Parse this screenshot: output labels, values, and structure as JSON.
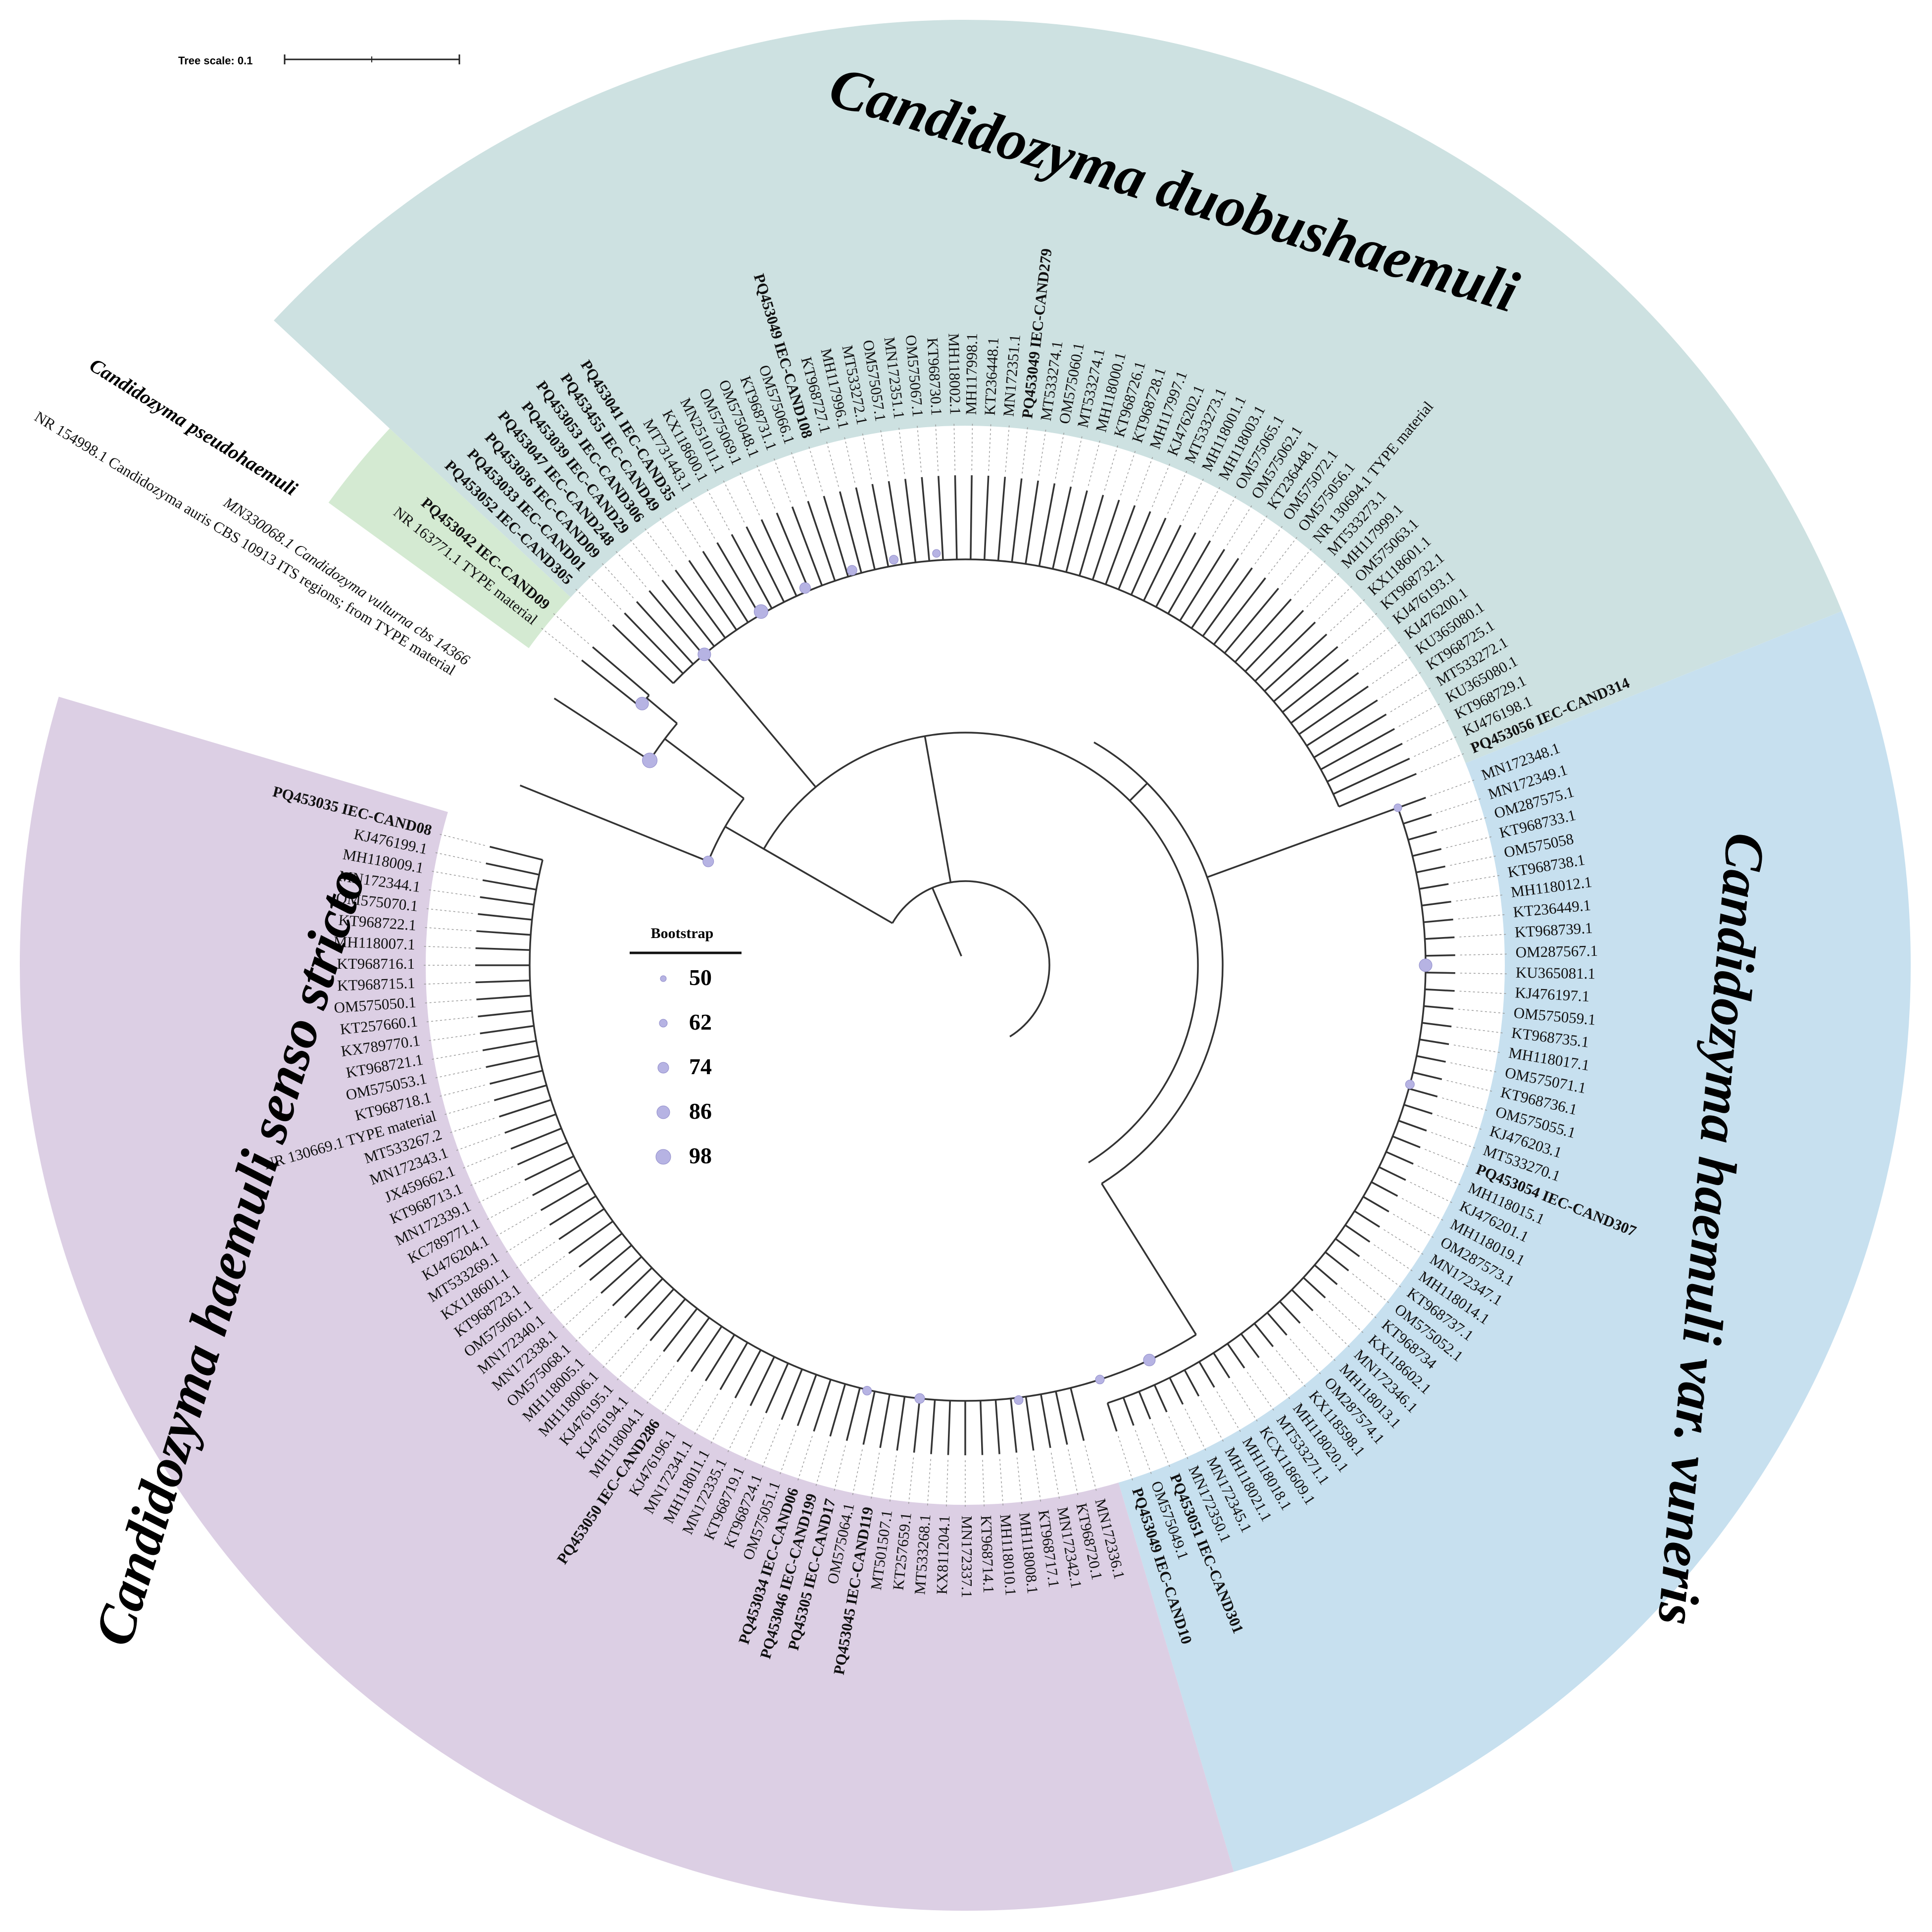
{
  "tree_scale": {
    "label": "Tree scale: 0.1"
  },
  "legend": {
    "title": "Bootstrap",
    "items": [
      {
        "label": "50"
      },
      {
        "label": "62"
      },
      {
        "label": "74"
      },
      {
        "label": "86"
      },
      {
        "label": "98"
      }
    ]
  },
  "colors": {
    "duobushaemuli": "#cde1e1",
    "vulneris": "#c7e0ef",
    "haemuli": "#dccfe4",
    "pseudohaemuli": "#d4ead2",
    "branch": "#333333",
    "guide": "#9a9a9a",
    "bootstrap": "#b6b3e3"
  },
  "clades": [
    {
      "key": "duobushaemuli",
      "label": "Candidozyma duobushaemuli"
    },
    {
      "key": "vulneris",
      "label": "Candidozyma haemuli var. vuneris"
    },
    {
      "key": "haemuli",
      "label": "Candidozyma haemuli senso stricto"
    },
    {
      "key": "pseudohaemuli",
      "label": "Candidozyma pseudohaemuli"
    }
  ],
  "outgroup_labels": [
    {
      "text": "MN330068.1 Candidozyma vulturna cbs 14366"
    },
    {
      "text": "NR 154998.1 Candidozyma auris CBS 10913 ITS regions; from TYPE material"
    }
  ],
  "leaves": {
    "pseudohaemuli": [
      {
        "text": "NR 163771.1 TYPE material",
        "bold": false
      },
      {
        "text": "PQ453042 IEC-CAND09",
        "bold": true
      }
    ],
    "duobushaemuli": [
      {
        "text": "PQ453052 IEC-CAND305",
        "bold": true
      },
      {
        "text": "PQ453033 IEC-CAND01",
        "bold": true
      },
      {
        "text": "PQ453036 IEC-CAND09",
        "bold": true
      },
      {
        "text": "PQ453047 IEC-CAND248",
        "bold": true
      },
      {
        "text": "PQ453039 IEC-CAND29",
        "bold": true
      },
      {
        "text": "PQ453053 IEC-CAND306",
        "bold": true
      },
      {
        "text": "PQ453455 IEC-CAND49",
        "bold": true
      },
      {
        "text": "PQ453041 IEC-CAND35",
        "bold": true
      },
      {
        "text": "MT731443.1",
        "bold": false
      },
      {
        "text": "KX118600.1",
        "bold": false
      },
      {
        "text": "MN251011.1",
        "bold": false
      },
      {
        "text": "OM575069.1",
        "bold": false
      },
      {
        "text": "OM575048.1",
        "bold": false
      },
      {
        "text": "KT968731.1",
        "bold": false
      },
      {
        "text": "OM575066.1",
        "bold": false
      },
      {
        "text": "PQ453049 IEC-CAND108",
        "bold": true
      },
      {
        "text": "KT968727.1",
        "bold": false
      },
      {
        "text": "MH117996.1",
        "bold": false
      },
      {
        "text": "MT533272.1",
        "bold": false
      },
      {
        "text": "OM575057.1",
        "bold": false
      },
      {
        "text": "MN172351.1",
        "bold": false
      },
      {
        "text": "OM575067.1",
        "bold": false
      },
      {
        "text": "KT968730.1",
        "bold": false
      },
      {
        "text": "MH118002.1",
        "bold": false
      },
      {
        "text": "MH117998.1",
        "bold": false
      },
      {
        "text": "KT236448.1",
        "bold": false
      },
      {
        "text": "MN172351.1",
        "bold": false
      },
      {
        "text": "PQ453049 IEC-CAND279",
        "bold": true
      },
      {
        "text": "MT533274.1",
        "bold": false
      },
      {
        "text": "OM575060.1",
        "bold": false
      },
      {
        "text": "MT533274.1",
        "bold": false
      },
      {
        "text": "MH118000.1",
        "bold": false
      },
      {
        "text": "KT968726.1",
        "bold": false
      },
      {
        "text": "KT968728.1",
        "bold": false
      },
      {
        "text": "MH117997.1",
        "bold": false
      },
      {
        "text": "KJ476202.1",
        "bold": false
      },
      {
        "text": "MT533273.1",
        "bold": false
      },
      {
        "text": "MH118001.1",
        "bold": false
      },
      {
        "text": "MH118003.1",
        "bold": false
      },
      {
        "text": "OM575065.1",
        "bold": false
      },
      {
        "text": "OM575062.1",
        "bold": false
      },
      {
        "text": "KT236448.1",
        "bold": false
      },
      {
        "text": "OM575072.1",
        "bold": false
      },
      {
        "text": "OM575056.1",
        "bold": false
      },
      {
        "text": "NR 130694.1 TYPE material",
        "bold": false
      },
      {
        "text": "MT533273.1",
        "bold": false
      },
      {
        "text": "MH117999.1",
        "bold": false
      },
      {
        "text": "OM575063.1",
        "bold": false
      },
      {
        "text": "KX118601.1",
        "bold": false
      },
      {
        "text": "KT968732.1",
        "bold": false
      },
      {
        "text": "KJ476193.1",
        "bold": false
      },
      {
        "text": "KJ476200.1",
        "bold": false
      },
      {
        "text": "KU365080.1",
        "bold": false
      },
      {
        "text": "KT968725.1",
        "bold": false
      },
      {
        "text": "MT533272.1",
        "bold": false
      },
      {
        "text": "KU365080.1",
        "bold": false
      },
      {
        "text": "KT968729.1",
        "bold": false
      },
      {
        "text": "KJ476198.1",
        "bold": false
      },
      {
        "text": "PQ453056 IEC-CAND314",
        "bold": true
      }
    ],
    "vulneris": [
      {
        "text": "MN172348.1",
        "bold": false
      },
      {
        "text": "MN172349.1",
        "bold": false
      },
      {
        "text": "OM287575.1",
        "bold": false
      },
      {
        "text": "KT968733.1",
        "bold": false
      },
      {
        "text": "OM575058",
        "bold": false
      },
      {
        "text": "KT968738.1",
        "bold": false
      },
      {
        "text": "MH118012.1",
        "bold": false
      },
      {
        "text": "KT236449.1",
        "bold": false
      },
      {
        "text": "KT968739.1",
        "bold": false
      },
      {
        "text": "OM287567.1",
        "bold": false
      },
      {
        "text": "KU365081.1",
        "bold": false
      },
      {
        "text": "KJ476197.1",
        "bold": false
      },
      {
        "text": "OM575059.1",
        "bold": false
      },
      {
        "text": "KT968735.1",
        "bold": false
      },
      {
        "text": "MH118017.1",
        "bold": false
      },
      {
        "text": "OM575071.1",
        "bold": false
      },
      {
        "text": "KT968736.1",
        "bold": false
      },
      {
        "text": "OM575055.1",
        "bold": false
      },
      {
        "text": "KJ476203.1",
        "bold": false
      },
      {
        "text": "MT533270.1",
        "bold": false
      },
      {
        "text": "PQ453054 IEC-CAND307",
        "bold": true
      },
      {
        "text": "MH118015.1",
        "bold": false
      },
      {
        "text": "KJ476201.1",
        "bold": false
      },
      {
        "text": "MH118019.1",
        "bold": false
      },
      {
        "text": "OM287573.1",
        "bold": false
      },
      {
        "text": "MN172347.1",
        "bold": false
      },
      {
        "text": "MH118014.1",
        "bold": false
      },
      {
        "text": "KT968737.1",
        "bold": false
      },
      {
        "text": "OM575052.1",
        "bold": false
      },
      {
        "text": "KT968734",
        "bold": false
      },
      {
        "text": "KX118602.1",
        "bold": false
      },
      {
        "text": "MN172346.1",
        "bold": false
      },
      {
        "text": "MH118013.1",
        "bold": false
      },
      {
        "text": "OM287574.1",
        "bold": false
      },
      {
        "text": "KX118598.1",
        "bold": false
      },
      {
        "text": "MH118020.1",
        "bold": false
      },
      {
        "text": "MT533271.1",
        "bold": false
      },
      {
        "text": "KCX118609.1",
        "bold": false
      },
      {
        "text": "MH118018.1",
        "bold": false
      },
      {
        "text": "MH118021.1",
        "bold": false
      },
      {
        "text": "MN172345.1",
        "bold": false
      },
      {
        "text": "MN172350.1",
        "bold": false
      },
      {
        "text": "PQ453051 IEC-CAND301",
        "bold": true
      },
      {
        "text": "OM575049.1",
        "bold": false
      },
      {
        "text": "PQ453049 IEC-CAND10",
        "bold": true
      }
    ],
    "haemuli": [
      {
        "text": "MN172336.1",
        "bold": false
      },
      {
        "text": "KT968720.1",
        "bold": false
      },
      {
        "text": "MN172342.1",
        "bold": false
      },
      {
        "text": "KT968717.1",
        "bold": false
      },
      {
        "text": "MH118008.1",
        "bold": false
      },
      {
        "text": "MH118010.1",
        "bold": false
      },
      {
        "text": "KT968714.1",
        "bold": false
      },
      {
        "text": "MN172337.1",
        "bold": false
      },
      {
        "text": "KX811204.1",
        "bold": false
      },
      {
        "text": "MT533268.1",
        "bold": false
      },
      {
        "text": "KT257659.1",
        "bold": false
      },
      {
        "text": "MT501507.1",
        "bold": false
      },
      {
        "text": "PQ453045 IEC-CAND119",
        "bold": true
      },
      {
        "text": "OM575064.1",
        "bold": false
      },
      {
        "text": "PQ45305 IEC-CAND17",
        "bold": true
      },
      {
        "text": "PQ453046 IEC-CAND199",
        "bold": true
      },
      {
        "text": "PQ453034 IEC-CAND06",
        "bold": true
      },
      {
        "text": "OM575051.1",
        "bold": false
      },
      {
        "text": "KT968724.1",
        "bold": false
      },
      {
        "text": "KT968719.1",
        "bold": false
      },
      {
        "text": "MN172335.1",
        "bold": false
      },
      {
        "text": "MH118011.1",
        "bold": false
      },
      {
        "text": "MN172341.1",
        "bold": false
      },
      {
        "text": "KJ476196.1",
        "bold": false
      },
      {
        "text": "PQ453050 IEC-CAND286",
        "bold": true
      },
      {
        "text": "MH118004.1",
        "bold": false
      },
      {
        "text": "KJ476194.1",
        "bold": false
      },
      {
        "text": "KJ476195.1",
        "bold": false
      },
      {
        "text": "MH118006.1",
        "bold": false
      },
      {
        "text": "MH118005.1",
        "bold": false
      },
      {
        "text": "OM575068.1",
        "bold": false
      },
      {
        "text": "MN172338.1",
        "bold": false
      },
      {
        "text": "MN172340.1",
        "bold": false
      },
      {
        "text": "OM575061.1",
        "bold": false
      },
      {
        "text": "KT968723.1",
        "bold": false
      },
      {
        "text": "KX118601.1",
        "bold": false
      },
      {
        "text": "MT533269.1",
        "bold": false
      },
      {
        "text": "KJ476204.1",
        "bold": false
      },
      {
        "text": "KC789771.1",
        "bold": false
      },
      {
        "text": "MN172339.1",
        "bold": false
      },
      {
        "text": "KT968713.1",
        "bold": false
      },
      {
        "text": "JX459662.1",
        "bold": false
      },
      {
        "text": "MN172343.1",
        "bold": false
      },
      {
        "text": "MT533267.2",
        "bold": false
      },
      {
        "text": "NR 130669.1 TYPE material",
        "bold": false
      },
      {
        "text": "KT968718.1",
        "bold": false
      },
      {
        "text": "OM575053.1",
        "bold": false
      },
      {
        "text": "KT968721.1",
        "bold": false
      },
      {
        "text": "KX789770.1",
        "bold": false
      },
      {
        "text": "KT257660.1",
        "bold": false
      },
      {
        "text": "OM575050.1",
        "bold": false
      },
      {
        "text": "KT968715.1",
        "bold": false
      },
      {
        "text": "KT968716.1",
        "bold": false
      },
      {
        "text": "MH118007.1",
        "bold": false
      },
      {
        "text": "KT968722.1",
        "bold": false
      },
      {
        "text": "OM575070.1",
        "bold": false
      },
      {
        "text": "MN172344.1",
        "bold": false
      },
      {
        "text": "MH118009.1",
        "bold": false
      },
      {
        "text": "KJ476199.1",
        "bold": false
      },
      {
        "text": "PQ453035 IEC-CAND08",
        "bold": true
      }
    ]
  }
}
